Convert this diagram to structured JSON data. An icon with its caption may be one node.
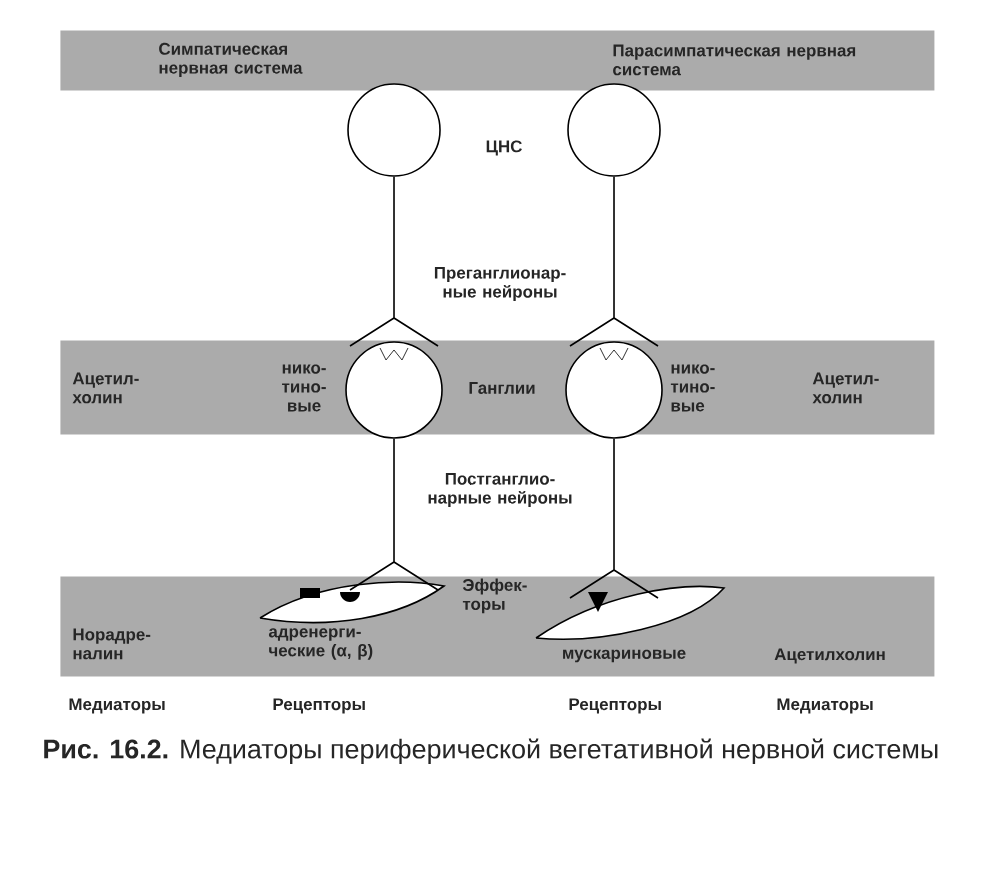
{
  "diagram": {
    "caption": "**Рис. 16.2.** Медиаторы периферической вегетативной нервной системы",
    "nodes": [
      {
        "text": [
          "Симпатическая нервная система",
          "Парасимпатическая нервная система"
        ]
      },
      {
        "text": [],
        "shape": "circle"
      },
      {
        "text": [],
        "shape": "circle"
      },
      {
        "text": [
          "Ацетил- холин",
          "нико- тино- вые",
          "Ганглии",
          "нико- тино- вые",
          "Ацетил- холин"
        ]
      },
      {
        "text": [],
        "shape": "circle",
        "in": 3
      },
      {
        "text": [],
        "shape": "circle",
        "in": 3
      },
      {
        "text": [
          "Норадре- налин",
          "адренерги- ческие (α, β)",
          "Эффек- торы",
          "мускариновые",
          "Ацетилхолин"
        ]
      },
      {
        "text": [],
        "shape": "lens",
        "in": 6
      },
      {
        "text": [],
        "shape": "lens",
        "in": 6
      }
    ],
    "edges": [
      {
        "from": 1,
        "to": 4,
        "arrow": "none"
      },
      {
        "from": 2,
        "to": 5,
        "arrow": "none"
      },
      {
        "from": 4,
        "to": 7,
        "arrow": "none"
      },
      {
        "from": 5,
        "to": 8,
        "arrow": "none"
      }
    ],
    "labels": [
      "ЦНС",
      "Преганглионар- ные нейроны",
      "Постганглио- нарные нейроны",
      "Медиаторы",
      "Рецепторы",
      "Рецепторы",
      "Медиаторы"
    ]
  }
}
